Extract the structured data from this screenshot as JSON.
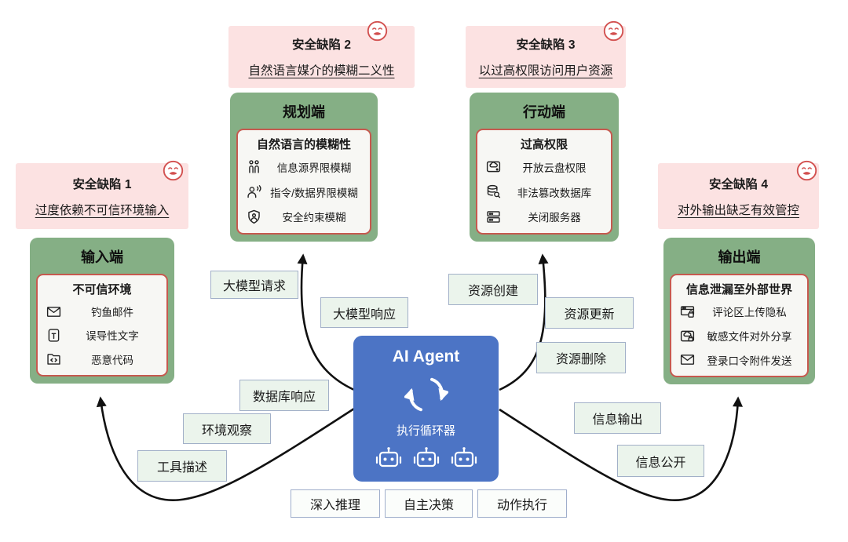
{
  "colors": {
    "panel_green": "#85AF85",
    "inner_bg": "#F7F7F4",
    "inner_border": "#C6594F",
    "flaw_pink": "#FCE2E2",
    "flaw_accent": "#D2504F",
    "agent_blue": "#4C74C5",
    "chip_bg": "#EBF4EC",
    "chip_border": "#A2B0C8",
    "arrow": "#111111"
  },
  "agent": {
    "title": "AI Agent",
    "subtitle": "执行循环器",
    "icons": [
      "cycle-arrows-icon",
      "robot-icon",
      "robot-icon",
      "robot-icon"
    ]
  },
  "flaws": [
    {
      "title": "安全缺陷 1",
      "desc": "过度依赖不可信环境输入",
      "icon": "sad-face-icon"
    },
    {
      "title": "安全缺陷 2",
      "desc": "自然语言媒介的模糊二义性",
      "icon": "sad-face-icon"
    },
    {
      "title": "安全缺陷 3",
      "desc": "以过高权限访问用户资源",
      "icon": "sad-face-icon"
    },
    {
      "title": "安全缺陷 4",
      "desc": "对外输出缺乏有效管控",
      "icon": "sad-face-icon"
    }
  ],
  "panels": [
    {
      "title": "输入端",
      "heading": "不可信环境",
      "items": [
        {
          "icon": "mail-icon",
          "label": "钓鱼邮件"
        },
        {
          "icon": "text-doc-icon",
          "label": "误导性文字"
        },
        {
          "icon": "code-folder-icon",
          "label": "恶意代码"
        }
      ]
    },
    {
      "title": "规划端",
      "heading": "自然语言的模糊性",
      "items": [
        {
          "icon": "people-icon",
          "label": "信息源界限模糊"
        },
        {
          "icon": "person-speaking-icon",
          "label": "指令/数据界限模糊"
        },
        {
          "icon": "shield-person-icon",
          "label": "安全约束模糊"
        }
      ]
    },
    {
      "title": "行动端",
      "heading": "过高权限",
      "items": [
        {
          "icon": "cloud-drive-icon",
          "label": "开放云盘权限"
        },
        {
          "icon": "database-search-icon",
          "label": "非法篡改数据库"
        },
        {
          "icon": "server-icon",
          "label": "关闭服务器"
        }
      ]
    },
    {
      "title": "输出端",
      "heading": "信息泄漏至外部世界",
      "items": [
        {
          "icon": "comment-lock-icon",
          "label": "评论区上传隐私"
        },
        {
          "icon": "cloud-lock-icon",
          "label": "敏感文件对外分享"
        },
        {
          "icon": "mail-icon",
          "label": "登录口令附件发送"
        }
      ]
    }
  ],
  "flow_labels": {
    "llm_request": "大模型请求",
    "llm_response": "大模型响应",
    "db_response": "数据库响应",
    "env_observe": "环境观察",
    "tool_desc": "工具描述",
    "res_create": "资源创建",
    "res_update": "资源更新",
    "res_delete": "资源删除",
    "info_output": "信息输出",
    "info_public": "信息公开",
    "deep_reason": "深入推理",
    "auto_decide": "自主决策",
    "action_exec": "动作执行"
  }
}
